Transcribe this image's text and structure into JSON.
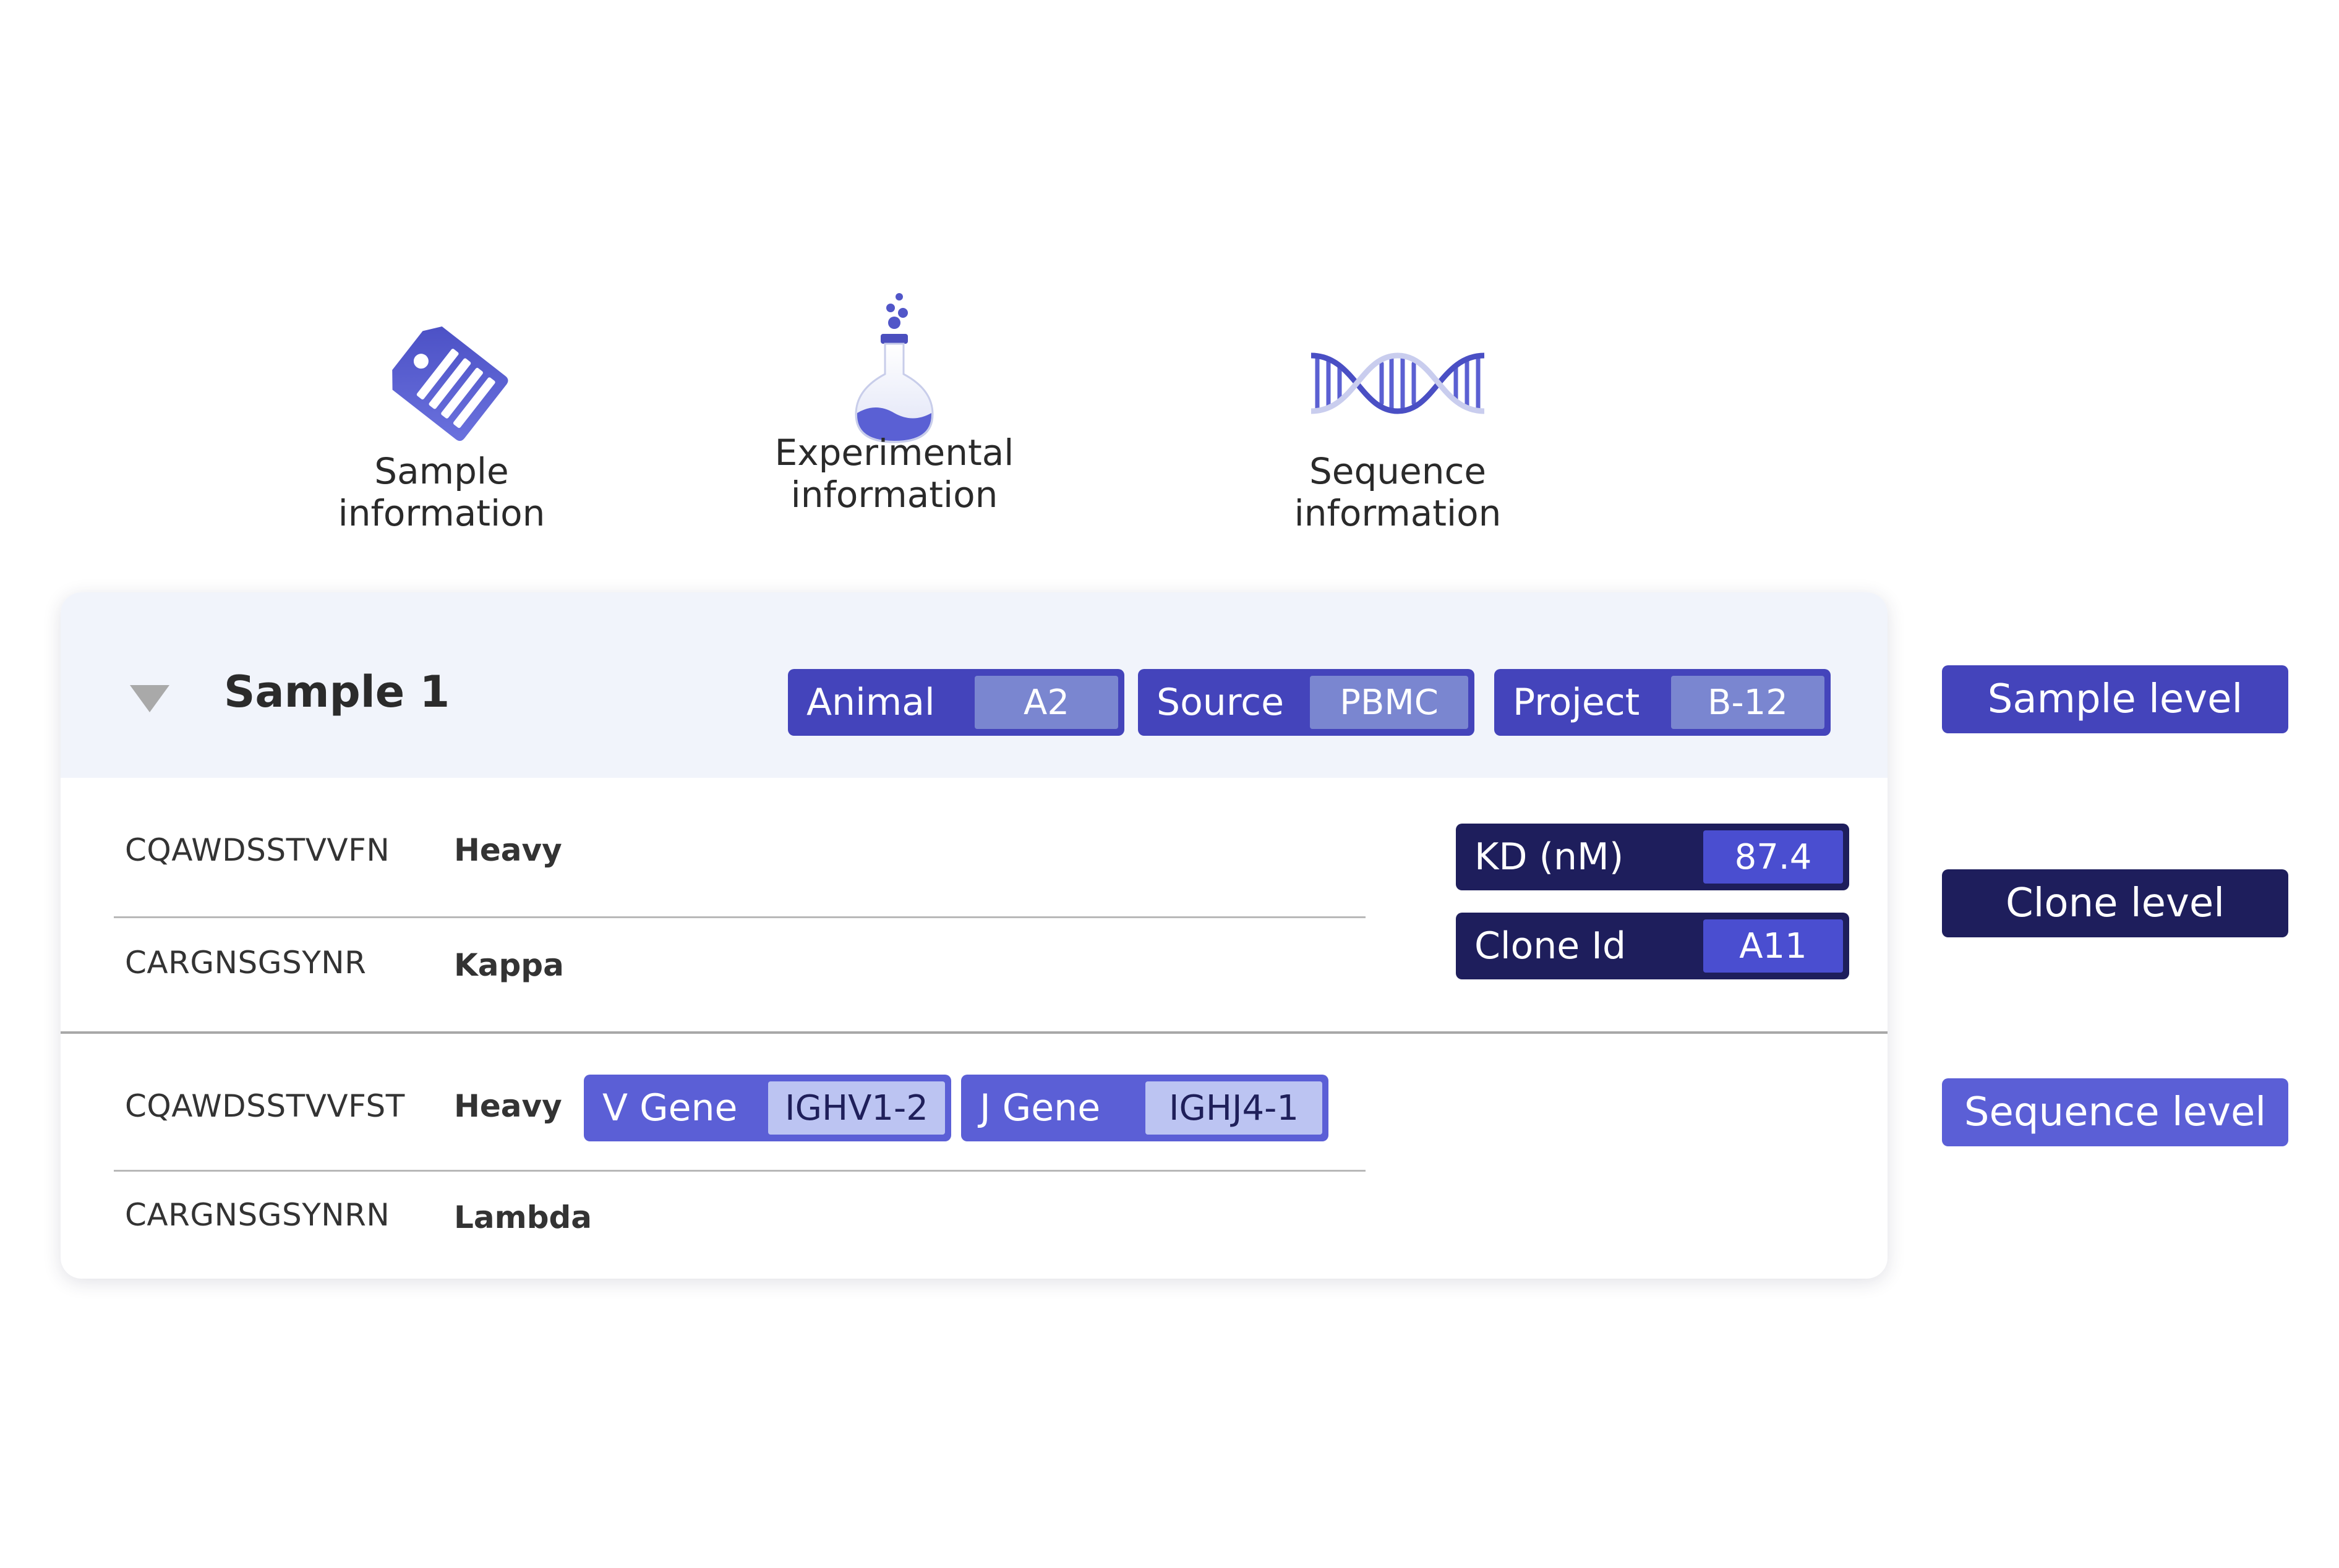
{
  "categories": [
    {
      "label_line1": "Sample",
      "label_line2": "information",
      "icon": "tag-icon"
    },
    {
      "label_line1": "Experimental",
      "label_line2": "information",
      "icon": "flask-icon"
    },
    {
      "label_line1": "Sequence",
      "label_line2": "information",
      "icon": "dna-icon"
    }
  ],
  "sample": {
    "title": "Sample 1",
    "tags": [
      {
        "key": "Animal",
        "value": "A2"
      },
      {
        "key": "Source",
        "value": "PBMC"
      },
      {
        "key": "Project",
        "value": "B-12"
      }
    ]
  },
  "clone": {
    "sequences": [
      {
        "seq": "CQAWDSSTVVFN",
        "chain": "Heavy"
      },
      {
        "seq": "CARGNSGSYNR",
        "chain": "Kappa"
      }
    ],
    "tags": [
      {
        "key": "KD (nM)",
        "value": "87.4"
      },
      {
        "key": "Clone Id",
        "value": "A11"
      }
    ]
  },
  "sequence_group": {
    "sequences": [
      {
        "seq": "CQAWDSSTVVFST",
        "chain": "Heavy"
      },
      {
        "seq": "CARGNSGSYNRN",
        "chain": "Lambda"
      }
    ],
    "tags": [
      {
        "key": "V Gene",
        "value": "IGHV1-2"
      },
      {
        "key": "J Gene",
        "value": "IGHJ4-1"
      }
    ]
  },
  "levels": [
    {
      "label": "Sample level",
      "color": "#4444bb"
    },
    {
      "label": "Clone level",
      "color": "#1e1e5c"
    },
    {
      "label": "Sequence level",
      "color": "#5b5fd6"
    }
  ],
  "colors": {
    "sample": "#4444bb",
    "clone": "#1e1e5c",
    "sequence": "#5b5fd6",
    "header_bg": "#f1f4fb"
  }
}
